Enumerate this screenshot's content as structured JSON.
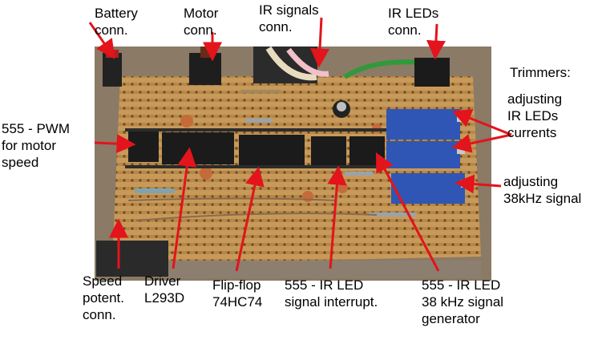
{
  "labels": {
    "battery": "Battery\nconn.",
    "motor": "Motor\nconn.",
    "ir_signals": "IR signals\nconn.",
    "ir_leds": "IR LEDs\nconn.",
    "trimmers": "Trimmers:",
    "adj_leds": "adjusting\nIR LEDs\ncurrents",
    "adj_38k": "adjusting\n38kHz signal",
    "pwm": "555 - PWM\nfor motor\nspeed",
    "speed": "Speed\npotent.\nconn.",
    "driver": "Driver\nL293D",
    "flipflop": "Flip-flop\n74HC74",
    "interrupt": "555 - IR LED\nsignal interrupt.",
    "gen38": "555 - IR LED\n38 kHz signal\ngenerator"
  },
  "colors": {
    "arrow": "#e3141b",
    "board": "#c79a5a",
    "chip": "#1b1b1b",
    "trimmer": "#2f56b4"
  }
}
